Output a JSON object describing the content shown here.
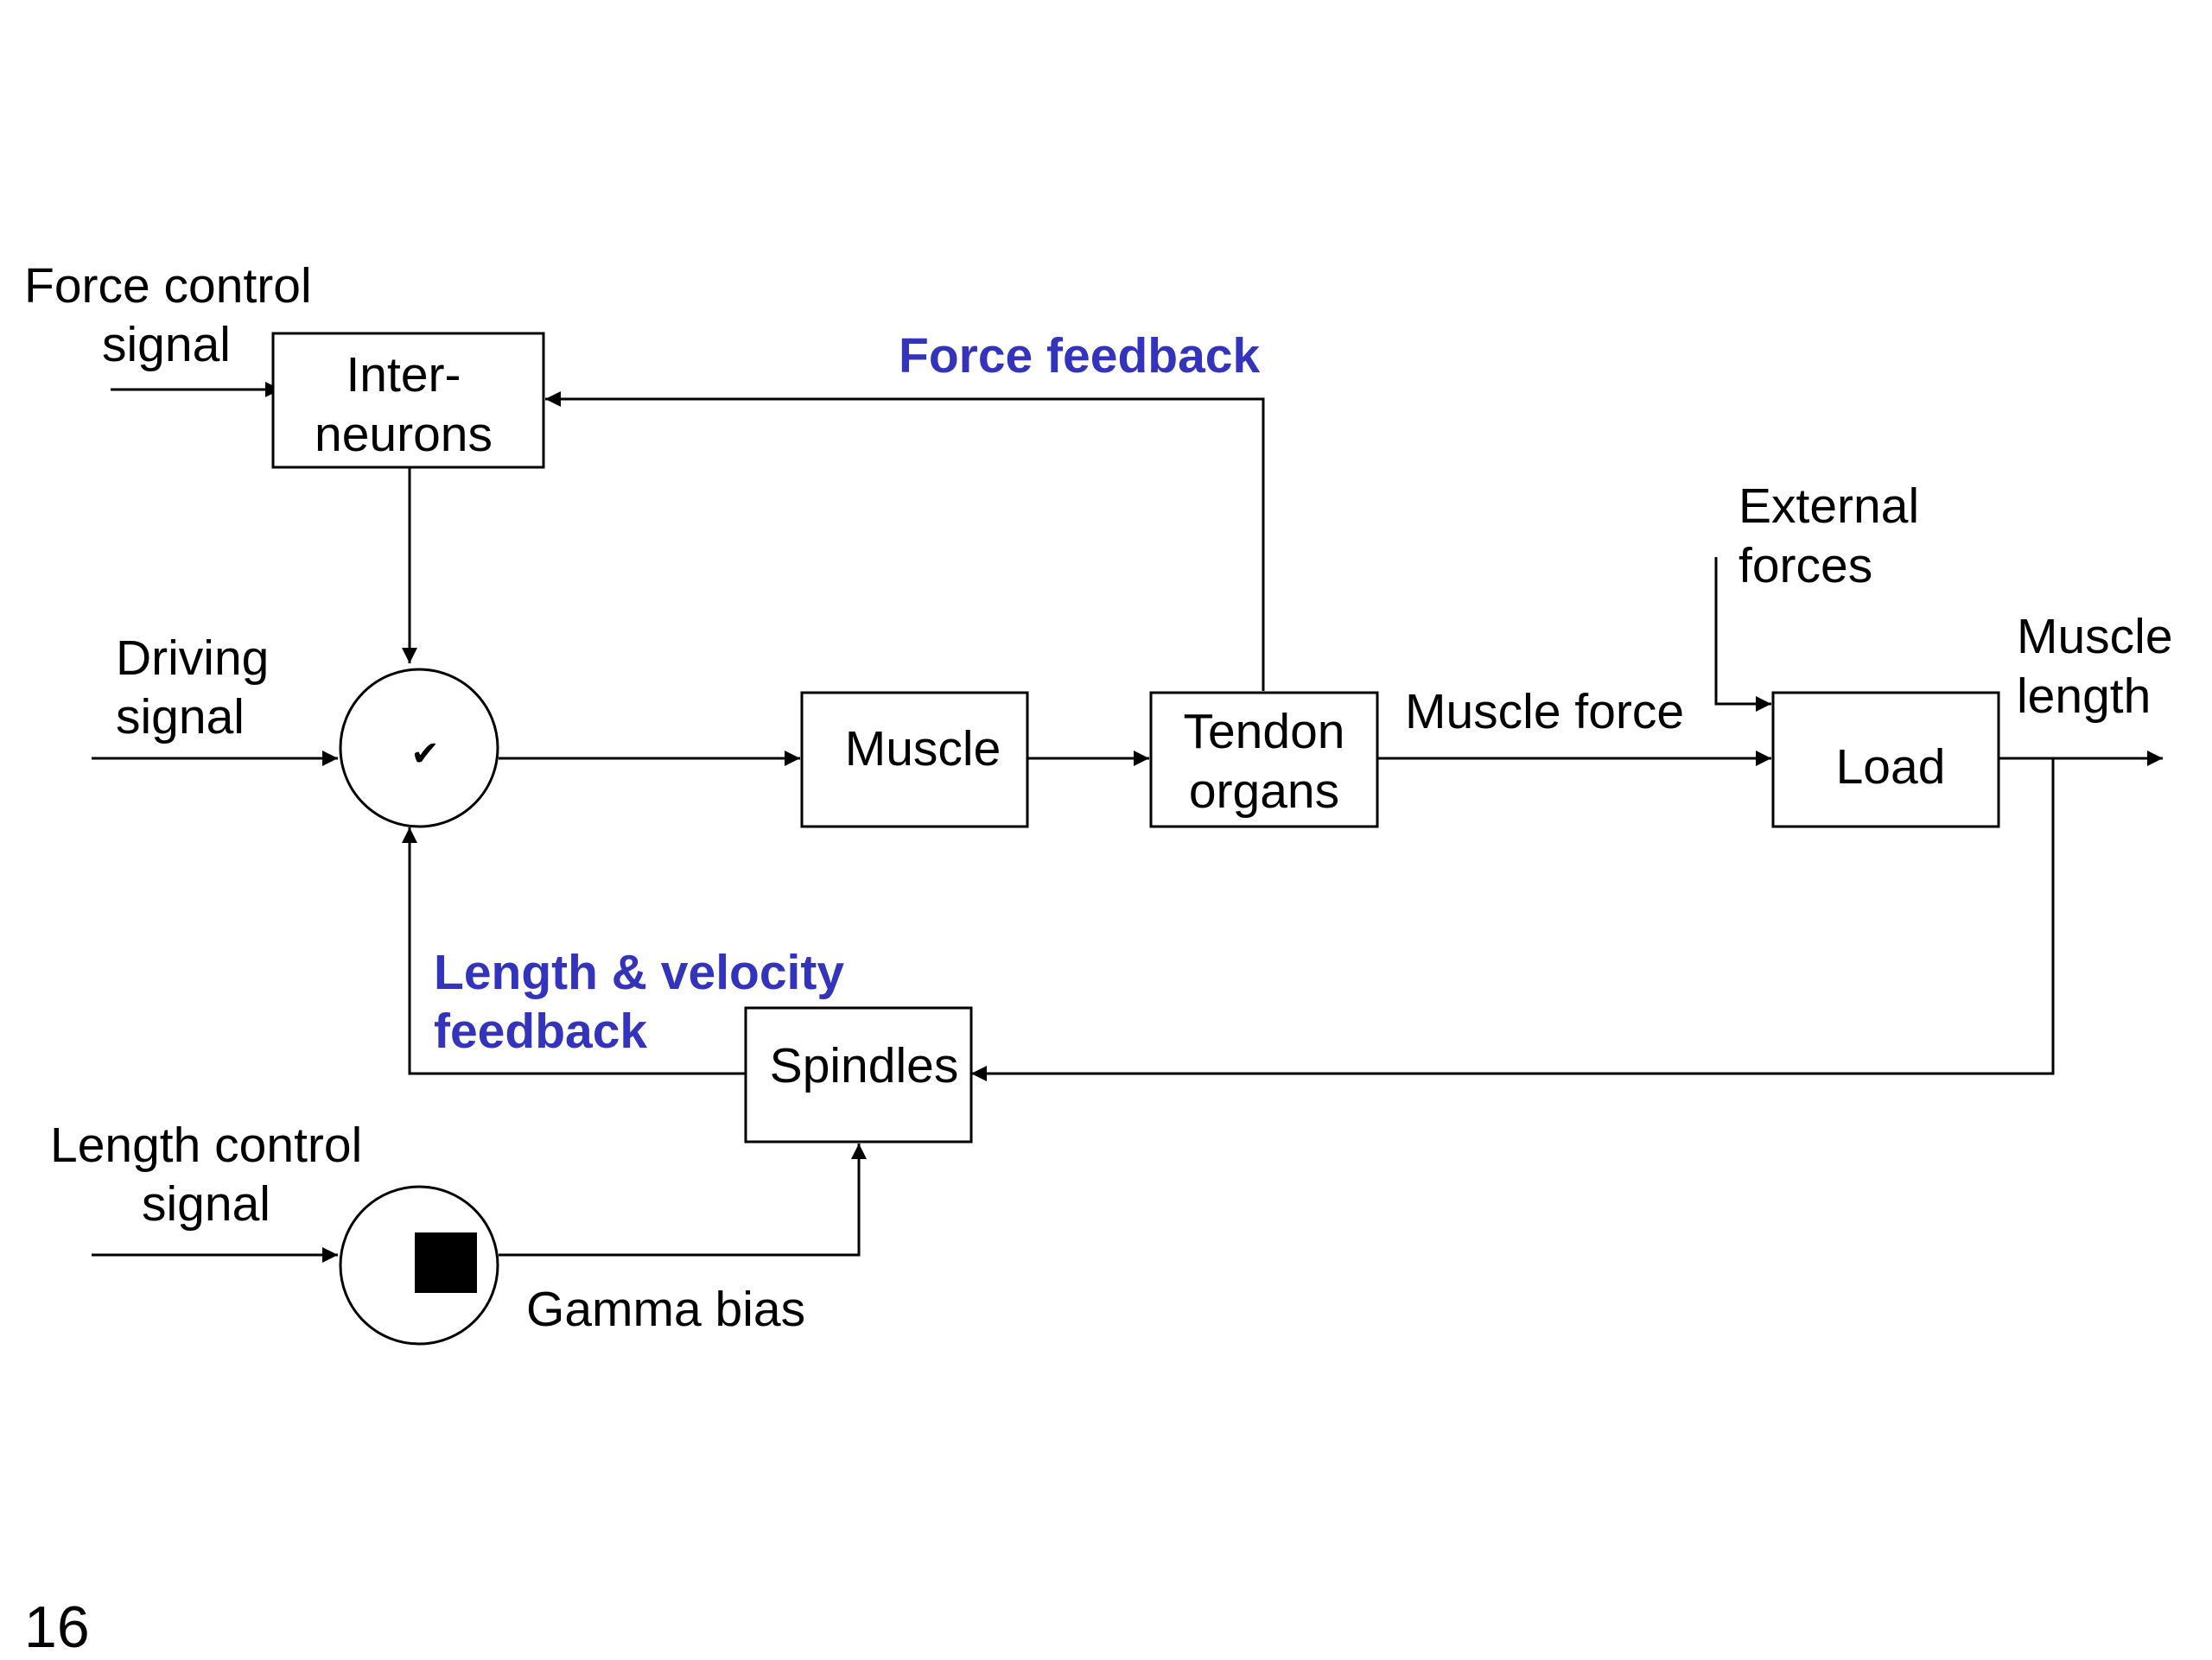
{
  "labels": {
    "force_control_signal": [
      "Force control",
      "signal"
    ],
    "driving_signal": [
      "Driving",
      "signal"
    ],
    "length_control_signal": [
      "Length control",
      "signal"
    ],
    "force_feedback": "Force feedback",
    "length_velocity_feedback": [
      "Length & velocity",
      "feedback"
    ],
    "external_forces": [
      "External",
      "forces"
    ],
    "muscle_length": [
      "Muscle",
      "length"
    ],
    "muscle_force": "Muscle force",
    "gamma_bias": "Gamma bias"
  },
  "blocks": {
    "interneurons": [
      "Inter-",
      "neurons"
    ],
    "muscle": "Muscle",
    "tendon_organs": [
      "Tendon",
      "organs"
    ],
    "load": "Load",
    "spindles": "Spindles"
  },
  "summing_node_symbol": "✔",
  "page_number": "16",
  "colors": {
    "feedback_label": "#3333bb",
    "lines": "#000000"
  }
}
